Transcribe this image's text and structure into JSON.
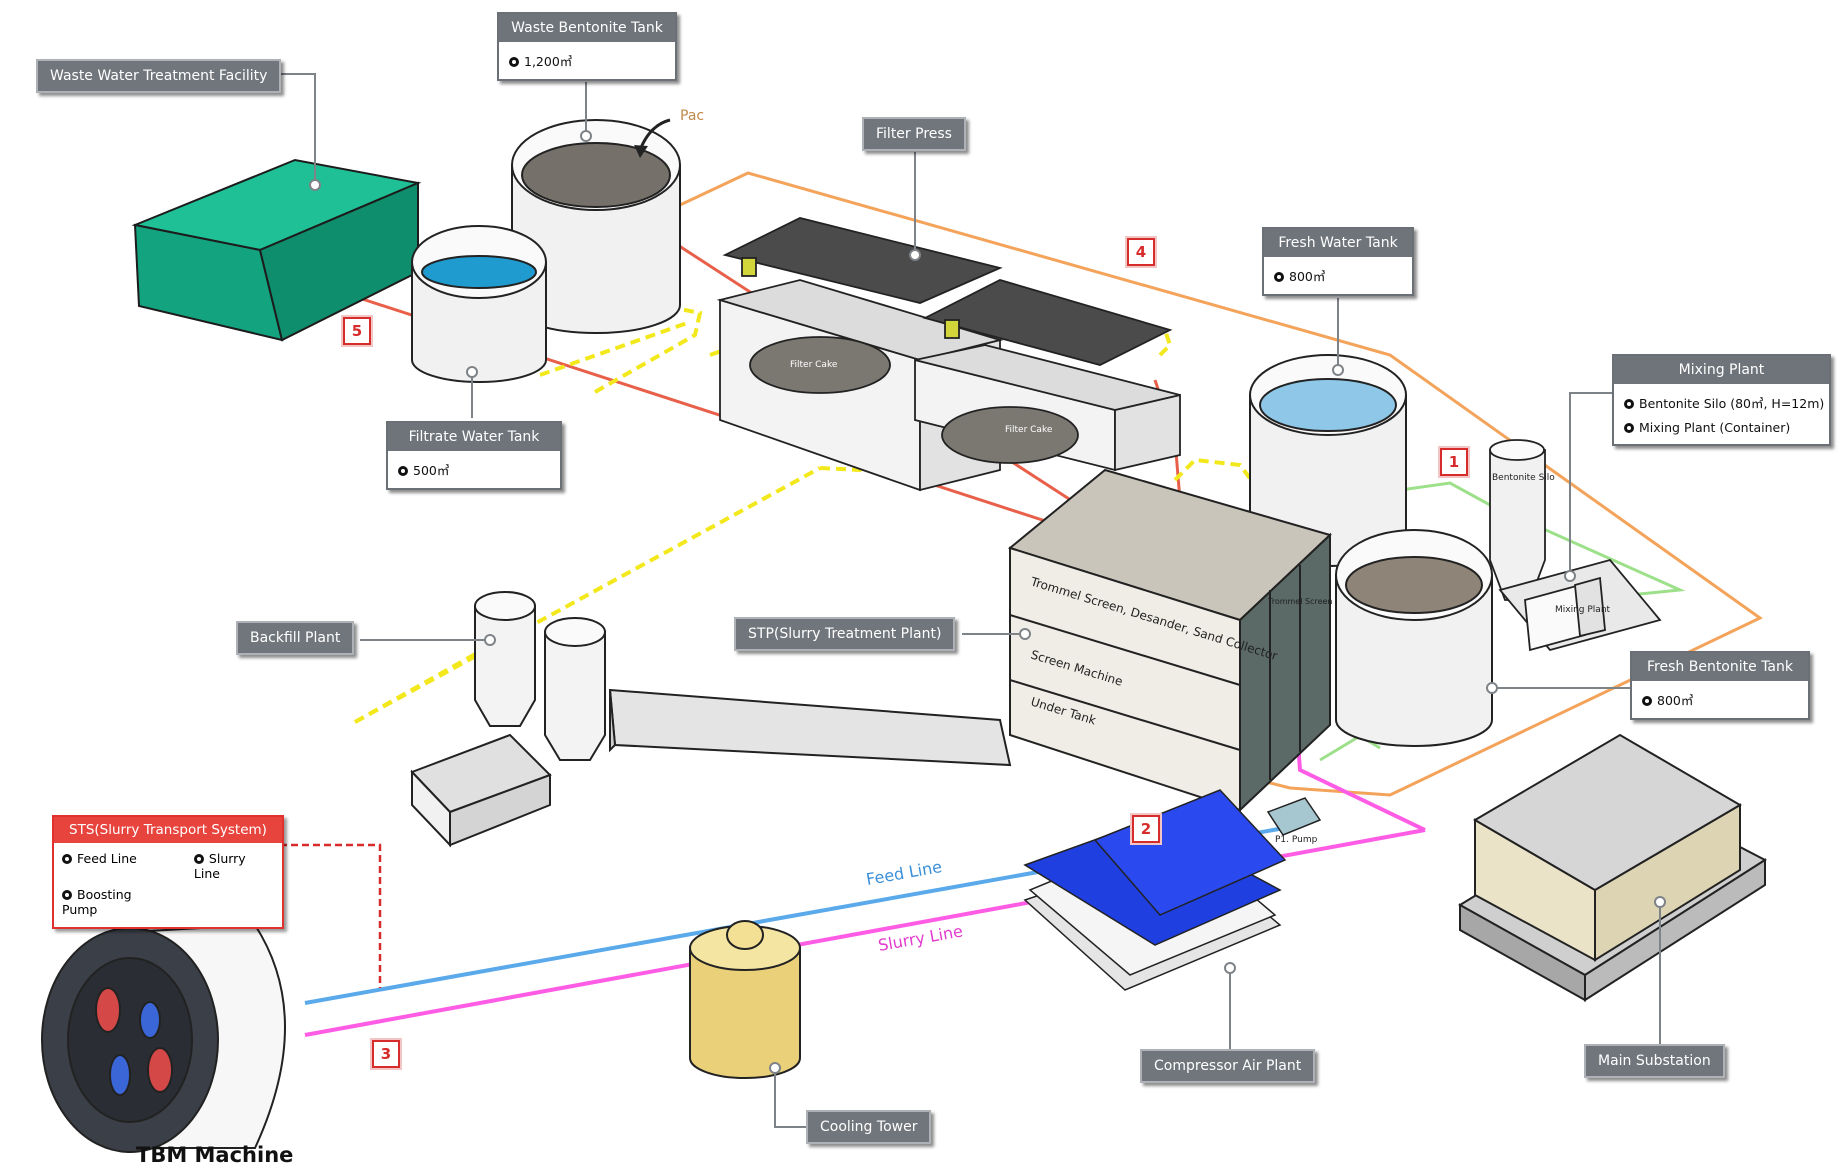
{
  "callouts": {
    "waste_water_treatment_facility": "Waste Water Treatment Facility",
    "waste_bentonite_tank": {
      "title": "Waste Bentonite Tank",
      "spec": "1,200㎥"
    },
    "filter_press": "Filter Press",
    "fresh_water_tank": {
      "title": "Fresh Water Tank",
      "spec": "800㎥"
    },
    "mixing_plant": {
      "title": "Mixing Plant",
      "specs": [
        "Bentonite Silo (80㎥, H=12m)",
        "Mixing Plant (Container)"
      ]
    },
    "filtrate_water_tank": {
      "title": "Filtrate Water Tank",
      "spec": "500㎥"
    },
    "backfill_plant": "Backfill Plant",
    "stp": "STP(Slurry Treatment Plant)",
    "fresh_bentonite_tank": {
      "title": "Fresh Bentonite Tank",
      "spec": "800㎥"
    },
    "sts": {
      "title": "STS(Slurry Transport System)",
      "items": [
        "Feed Line",
        "Slurry Line",
        "Boosting Pump"
      ]
    },
    "compressor_air_plant": "Compressor Air Plant",
    "main_substation": "Main Substation",
    "cooling_tower": "Cooling Tower"
  },
  "labels": {
    "pac": "Pac",
    "feed_line": "Feed Line",
    "slurry_line": "Slurry Line",
    "tbm_machine": "TBM Machine",
    "trommel": "Trommel Screen, Desander, Sand Collector",
    "screen_machine": "Screen Machine",
    "under_tank": "Under Tank",
    "filter_cake_1": "Filter Cake",
    "filter_cake_2": "Filter Cake",
    "bentonite_silo": "Bentonite Silo",
    "mixing_plant_box": "Mixing Plant",
    "p1_pump": "P1. Pump",
    "trommel_screen_small": "Trommel Screen"
  },
  "markers": [
    "1",
    "2",
    "3",
    "4",
    "5"
  ],
  "colors": {
    "feed_line": "#5aa9ea",
    "slurry_line": "#ff5ce6",
    "yellow_dashed": "#f2e81c",
    "orange_boundary": "#f4a35a",
    "red_line": "#e8604a",
    "green_line": "#9de08a",
    "marker_red": "#d72c2c",
    "facility_green": "#14a37f",
    "callout_gray": "#6f747b"
  }
}
